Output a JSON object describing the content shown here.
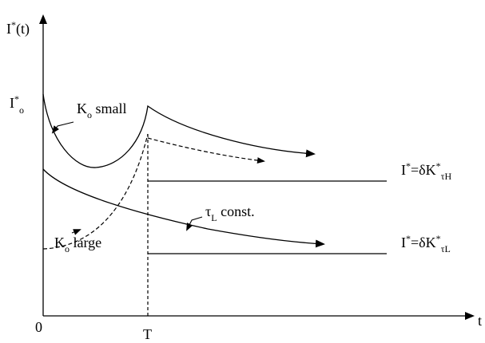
{
  "axes": {
    "y_label": {
      "main": "I",
      "sup": "*",
      "rest": "(t)"
    },
    "x_label": "t",
    "origin_label": "0",
    "t_tick_label": "T",
    "i0_label": {
      "main": "I",
      "sup": "*",
      "sub": "o"
    }
  },
  "annotations": {
    "ko_small": {
      "main": "K",
      "sub": "o",
      "rest": " small"
    },
    "ko_large": {
      "main": "K",
      "sub": "o",
      "rest": " large"
    },
    "tau_const": {
      "main": "τ",
      "sub": "L",
      "rest": " const."
    },
    "level_high": {
      "lhs": "I",
      "lhs_sup": "*",
      "eq": "=δK",
      "rhs_sup": "*",
      "rhs_sub": "τH"
    },
    "level_low": {
      "lhs": "I",
      "lhs_sup": "*",
      "eq": "=δK",
      "rhs_sup": "*",
      "rhs_sub": "τL"
    }
  },
  "style": {
    "ink": "#000000",
    "background": "#ffffff"
  }
}
